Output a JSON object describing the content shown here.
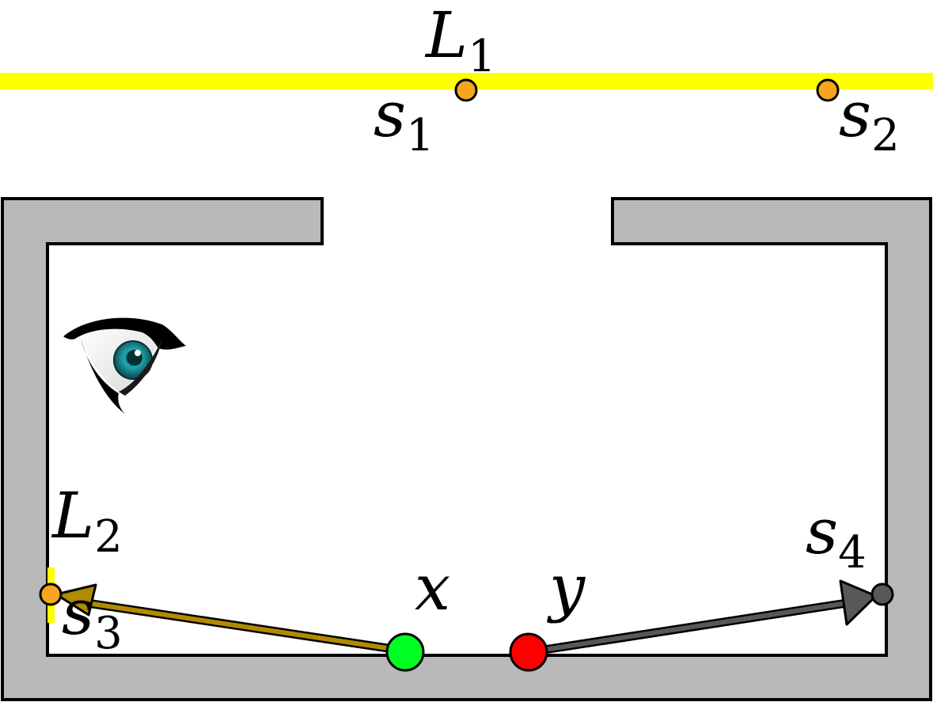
{
  "colors": {
    "wall": "#b9b9b9",
    "wall_stroke": "#000000",
    "light": "#ffff00",
    "light_vertex": "#f7a51c",
    "point_x": "#00ff22",
    "point_y": "#ff0000",
    "arrow_x": "#b08b00",
    "arrow_y": "#585858",
    "vertex_s4": "#585858",
    "eye_iris": "#1fa5ae"
  },
  "icons": {
    "camera": "eye-icon"
  },
  "labels": {
    "L1": {
      "base": "L",
      "sub": "1"
    },
    "L2": {
      "base": "L",
      "sub": "2"
    },
    "s1": {
      "base": "s",
      "sub": "1"
    },
    "s2": {
      "base": "s",
      "sub": "2"
    },
    "s3": {
      "base": "s",
      "sub": "3"
    },
    "s4": {
      "base": "s",
      "sub": "4"
    },
    "x": "x",
    "y": "y"
  }
}
